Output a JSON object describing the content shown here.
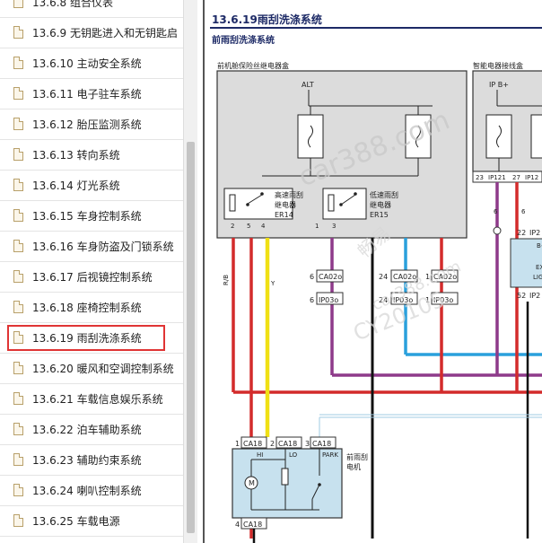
{
  "nav": {
    "items": [
      {
        "label": "13.6.8 组合仪表"
      },
      {
        "label": "13.6.9 无钥匙进入和无钥匙启"
      },
      {
        "label": "13.6.10 主动安全系统"
      },
      {
        "label": "13.6.11 电子驻车系统"
      },
      {
        "label": "13.6.12 胎压监测系统"
      },
      {
        "label": "13.6.13 转向系统"
      },
      {
        "label": "13.6.14 灯光系统"
      },
      {
        "label": "13.6.15 车身控制系统"
      },
      {
        "label": "13.6.16 车身防盗及门锁系统"
      },
      {
        "label": "13.6.17 后视镜控制系统"
      },
      {
        "label": "13.6.18 座椅控制系统"
      },
      {
        "label": "13.6.19 雨刮洗涤系统",
        "active": true
      },
      {
        "label": "13.6.20 暖风和空调控制系统"
      },
      {
        "label": "13.6.21 车载信息娱乐系统"
      },
      {
        "label": "13.6.22 泊车辅助系统"
      },
      {
        "label": "13.6.23 辅助约束系统"
      },
      {
        "label": "13.6.24 喇叭控制系统"
      },
      {
        "label": "13.6.25 车载电源"
      }
    ]
  },
  "document": {
    "section_title": "13.6.19雨刮洗涤系统",
    "subsection_title": "前雨刮洗涤系统"
  },
  "diagram": {
    "front_fuse_box_label": "前机舱保险丝继电器盒",
    "smart_junction_label": "智能电器接线盒",
    "alt_label": "ALT",
    "ip_bplus_label": "IP B+",
    "high_relay_label_1": "高速雨刮",
    "high_relay_label_2": "继电器",
    "high_relay_id": "ER14",
    "low_relay_label_1": "低速雨刮",
    "low_relay_label_2": "继电器",
    "low_relay_id": "ER15",
    "relay_pins": [
      "2",
      "5",
      "4",
      "1",
      "3"
    ],
    "wire_colors": {
      "left_wire": "R/B",
      "yellow_wire": "Y",
      "purple_wire": "6",
      "right_wire": "6"
    },
    "ip_pins": [
      "23",
      "IP121",
      "27",
      "IP12"
    ],
    "connectors_row1": [
      {
        "pin": "6",
        "name": "CA02o"
      },
      {
        "pin": "24",
        "name": "CA02o"
      },
      {
        "pin": "1",
        "name": "CA02o"
      }
    ],
    "connectors_row2": [
      {
        "pin": "6",
        "name": "IP03o"
      },
      {
        "pin": "24",
        "name": "IP03o"
      },
      {
        "pin": "1",
        "name": "IP03o"
      }
    ],
    "right_pins": [
      "22",
      "IP2",
      "52",
      "IP2"
    ],
    "right_box_labels": [
      "B+",
      "EX",
      "LIG"
    ],
    "motor_connectors": [
      {
        "pin": "1",
        "name": "CA18"
      },
      {
        "pin": "2",
        "name": "CA18"
      },
      {
        "pin": "3",
        "name": "CA18"
      }
    ],
    "motor_bottom_connector": {
      "pin": "4",
      "name": "CA18"
    },
    "motor_terminals": [
      "HI",
      "LO",
      "PARK"
    ],
    "motor_symbol": "M",
    "motor_label_1": "前雨刮",
    "motor_label_2": "电机",
    "watermark_url": "car388.com",
    "watermark_cn": "畅易",
    "watermark_code": "CY20105",
    "watermark_small": "car388.com"
  },
  "colors": {
    "red_wire": "#d32b2b",
    "yellow_wire": "#f0e015",
    "purple_wire": "#8e3a8a",
    "blue_wire": "#2aa0dc",
    "component_fill": "#dcdcdc",
    "motor_fill": "#c7e1ee",
    "highlight_border": "#e03434",
    "title_color": "#1d2a66"
  }
}
